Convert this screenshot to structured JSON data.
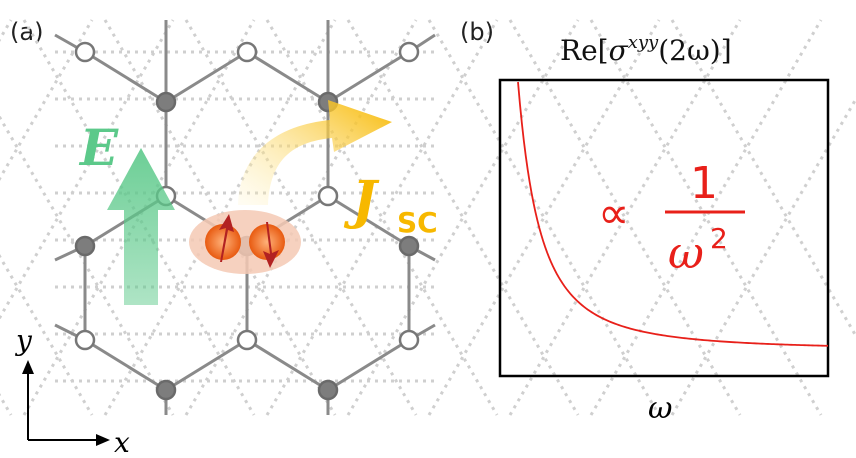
{
  "panel_a": {
    "label": "(a)",
    "field_symbol": "E",
    "current_symbol": "J",
    "current_subscript": "SC",
    "axis_y": "y",
    "axis_x": "x",
    "colors": {
      "field": "#5cc98a",
      "current": "#f7b800",
      "spin": "#e85a10",
      "spin_arrow": "#b22222",
      "lattice": "#888888"
    }
  },
  "panel_b": {
    "label": "(b)",
    "title_prefix": "Re[",
    "title_sigma": "σ",
    "title_sup": "xyy",
    "title_suffix": "(2ω)]",
    "annotation_propto": "∝",
    "annotation_numerator": "1",
    "annotation_denominator": "ω",
    "annotation_power": "2",
    "xlabel": "ω",
    "curve_color": "#e8201a"
  },
  "chart_data": {
    "type": "line",
    "title": "Re[σ^xyy(2ω)]",
    "xlabel": "ω",
    "ylabel": "",
    "series": [
      {
        "x": [
          1,
          1.2,
          1.5,
          2,
          2.5,
          3,
          4,
          5,
          6,
          7,
          8
        ],
        "y": [
          1,
          0.6944,
          0.4444,
          0.25,
          0.16,
          0.1111,
          0.0625,
          0.04,
          0.0278,
          0.0204,
          0.0156
        ]
      }
    ],
    "annotations": [
      "∝ 1/ω²"
    ],
    "grid": false
  }
}
